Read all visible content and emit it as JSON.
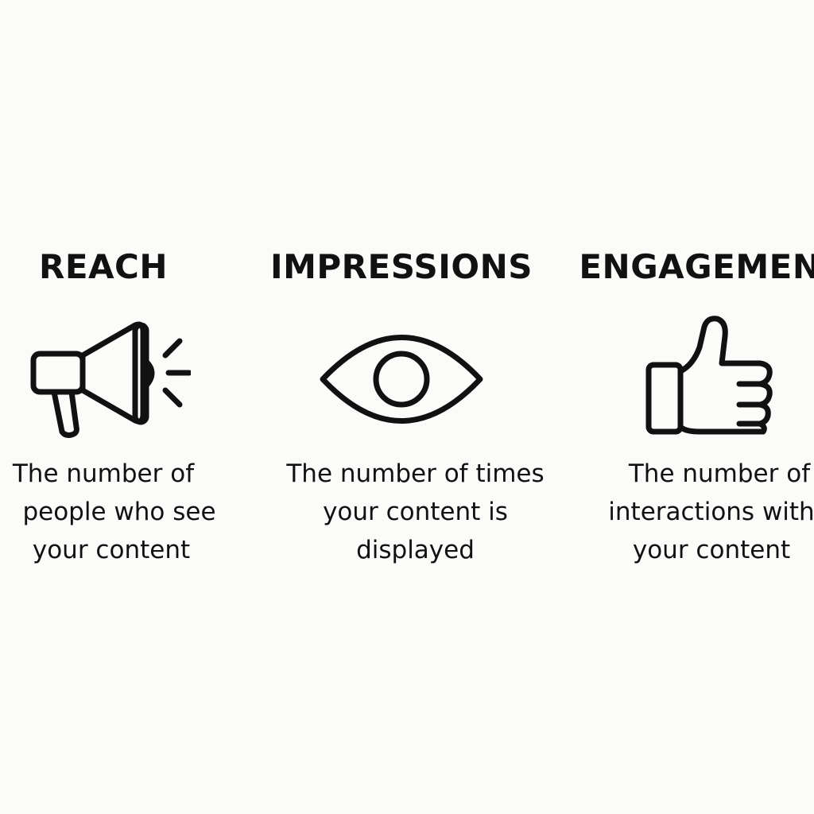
{
  "columns": [
    {
      "title": "REACH",
      "icon": "megaphone-icon",
      "description": [
        "The number of",
        "people who see",
        "your content"
      ]
    },
    {
      "title": "IMPRESSIONS",
      "icon": "eye-icon",
      "description": [
        "The number of times",
        "your content is",
        "displayed"
      ]
    },
    {
      "title": "ENGAGEMENT",
      "icon": "thumbs-up-icon",
      "description": [
        "The number of",
        "interactions with",
        "your content"
      ]
    }
  ]
}
